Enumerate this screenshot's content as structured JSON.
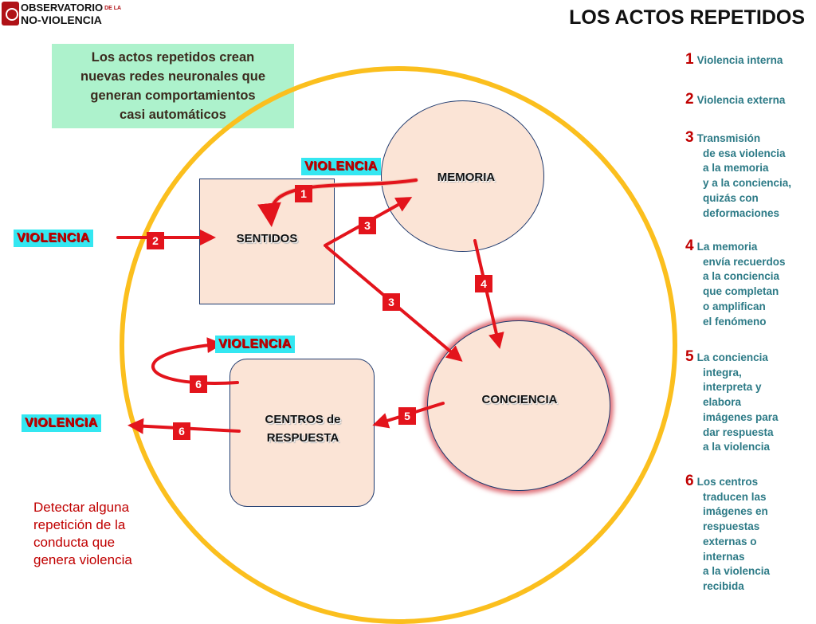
{
  "logo": {
    "line1": "OBSERVATORIO",
    "dela": "DE LA",
    "line2": "NO-VIOLENCIA"
  },
  "title": "LOS ACTOS REPETIDOS",
  "intro": [
    "Los actos repetidos crean",
    "nuevas redes neuronales que",
    "generan comportamientos",
    "casi automáticos"
  ],
  "nodes": {
    "sentidos": "SENTIDOS",
    "memoria": "MEMORIA",
    "conciencia": "CONCIENCIA",
    "centros": [
      "CENTROS de",
      "RESPUESTA"
    ]
  },
  "violencia": "VIOLENCIA",
  "badges": {
    "b1": "1",
    "b2": "2",
    "b3a": "3",
    "b3b": "3",
    "b4": "4",
    "b5": "5",
    "b6a": "6",
    "b6b": "6"
  },
  "detect": [
    "Detectar alguna",
    "repetición de la",
    "conducta que",
    "genera violencia"
  ],
  "legend": [
    {
      "num": "1",
      "lines": [
        "Violencia interna"
      ]
    },
    {
      "num": "2",
      "lines": [
        "Violencia externa"
      ]
    },
    {
      "num": "3",
      "lines": [
        "Transmisión",
        "de esa violencia",
        "a la memoria",
        "y a la conciencia,",
        "quizás con",
        "deformaciones"
      ]
    },
    {
      "num": "4",
      "lines": [
        "La memoria",
        "envía recuerdos",
        "a la conciencia",
        "que completan",
        "o amplifican",
        "el fenómeno"
      ]
    },
    {
      "num": "5",
      "lines": [
        "La conciencia",
        "integra,",
        "interpreta y",
        "elabora",
        "imágenes para",
        "dar respuesta",
        "a la violencia"
      ]
    },
    {
      "num": "6",
      "lines": [
        "Los centros",
        "traducen las",
        "imágenes en",
        "respuestas",
        "externas o",
        "internas",
        "a la violencia",
        "recibida"
      ]
    }
  ],
  "colors": {
    "arrow": "#e3141c",
    "ring": "#fbbf1e",
    "tag_bg": "#34e7f1",
    "node_fill": "#fbe4d6",
    "intro_bg": "#adf2cc"
  }
}
